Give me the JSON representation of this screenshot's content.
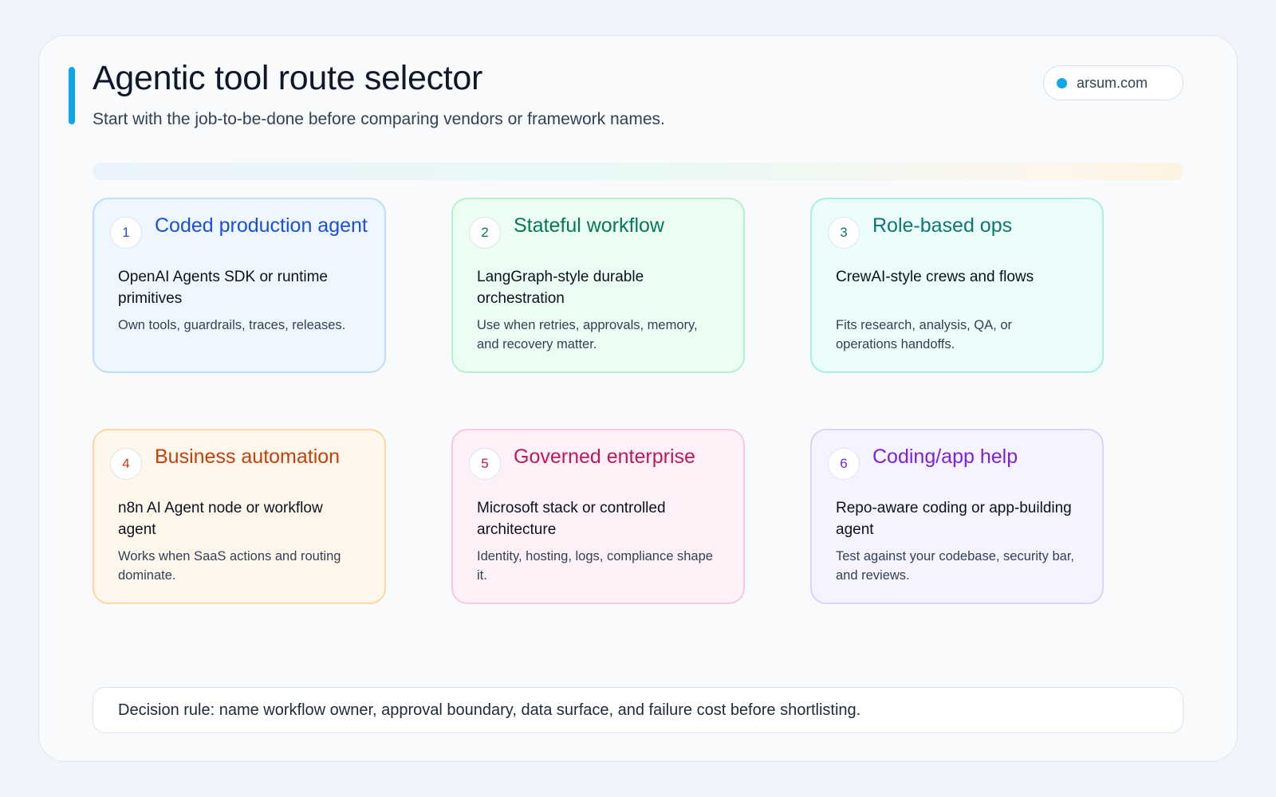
{
  "header": {
    "title": "Agentic tool route selector",
    "subtitle": "Start with the job-to-be-done before comparing vendors or framework names.",
    "site": "arsum.com"
  },
  "cards": [
    {
      "number": "1",
      "title": "Coded production agent",
      "tool": "OpenAI Agents SDK or runtime primitives",
      "note": "Own tools, guardrails, traces, releases.",
      "colors": {
        "bg": "#eef6ff",
        "border": "#bfdbfe",
        "title": "#1d4ed8",
        "number": "#1d4ed8"
      }
    },
    {
      "number": "2",
      "title": "Stateful workflow",
      "tool": "LangGraph-style durable orchestration",
      "note": "Use when retries, approvals, memory, and recovery matter.",
      "colors": {
        "bg": "#ecfdf3",
        "border": "#b7f0cf",
        "title": "#047857",
        "number": "#047857"
      }
    },
    {
      "number": "3",
      "title": "Role-based ops",
      "tool": "CrewAI-style crews and flows",
      "note": "Fits research, analysis, QA, or operations handoffs.",
      "colors": {
        "bg": "#ebfefb",
        "border": "#a7efe3",
        "title": "#0f766e",
        "number": "#0f766e"
      }
    },
    {
      "number": "4",
      "title": "Business automation",
      "tool": "n8n AI Agent node or workflow agent",
      "note": "Works when SaaS actions and routing dominate.",
      "colors": {
        "bg": "#fff7ec",
        "border": "#fcd7a4",
        "title": "#c2410c",
        "number": "#c2410c"
      }
    },
    {
      "number": "5",
      "title": "Governed enterprise",
      "tool": "Microsoft stack or controlled architecture",
      "note": "Identity, hosting, logs, compliance shape it.",
      "colors": {
        "bg": "#fdf0f7",
        "border": "#f9c8e0",
        "title": "#be185d",
        "number": "#be185d"
      }
    },
    {
      "number": "6",
      "title": "Coding/app help",
      "tool": "Repo-aware coding or app-building agent",
      "note": "Test against your codebase, security bar, and reviews.",
      "colors": {
        "bg": "#f5f3ff",
        "border": "#dcd3fb",
        "title": "#7e22ce",
        "number": "#7e22ce"
      }
    }
  ],
  "decision_rule": "Decision rule: name workflow owner, approval boundary, data surface, and failure cost before shortlisting.",
  "colors": {
    "accent": "#0ea5e9",
    "background": "#eff5fb",
    "panel": "#f8fafc"
  }
}
